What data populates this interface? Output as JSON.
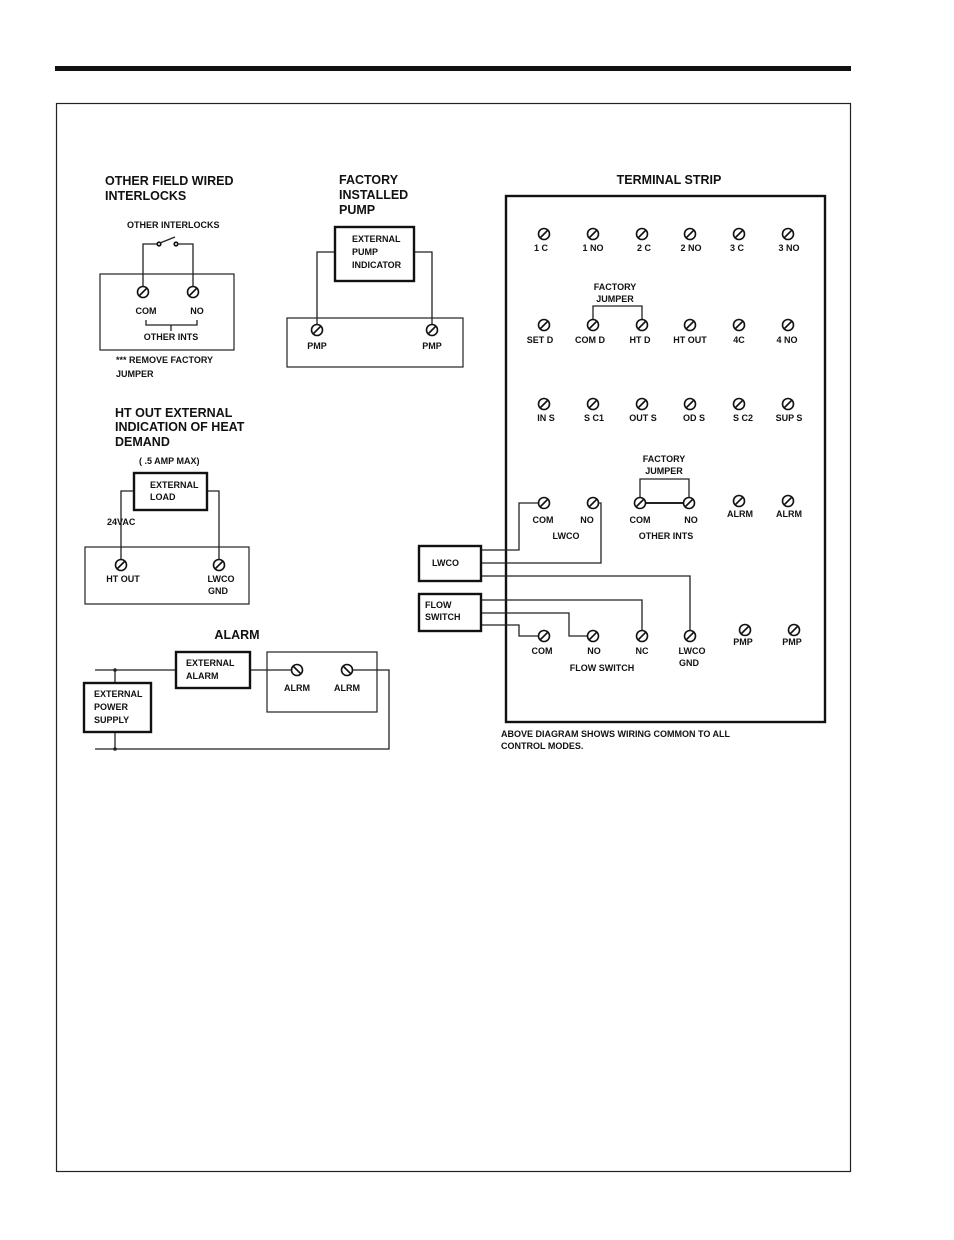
{
  "colors": {
    "ink": "#111111",
    "background": "#ffffff"
  },
  "interlocks": {
    "title_line1": "OTHER FIELD WIRED",
    "title_line2": "INTERLOCKS",
    "switch_label": "OTHER INTERLOCKS",
    "com": "COM",
    "no": "NO",
    "group": "OTHER INTS",
    "note_line1": "*** REMOVE FACTORY",
    "note_line2": "JUMPER"
  },
  "pump": {
    "title_line1": "FACTORY",
    "title_line2": "INSTALLED",
    "title_line3": "PUMP",
    "box_line1": "EXTERNAL",
    "box_line2": "PUMP",
    "box_line3": "INDICATOR",
    "left": "PMP",
    "right": "PMP"
  },
  "htout": {
    "title_line1": "HT OUT EXTERNAL",
    "title_line2": "INDICATION OF HEAT",
    "title_line3": "DEMAND",
    "amp": "( .5  AMP MAX)",
    "box_line1": "EXTERNAL",
    "box_line2": "LOAD",
    "voltage": "24VAC",
    "left": "HT OUT",
    "right_line1": "LWCO",
    "right_line2": "GND"
  },
  "alarm": {
    "title": "ALARM",
    "box_line1": "EXTERNAL",
    "box_line2": "ALARM",
    "power_line1": "EXTERNAL",
    "power_line2": "POWER",
    "power_line3": "SUPPLY",
    "t1": "ALRM",
    "t2": "ALRM"
  },
  "strip": {
    "title": "TERMINAL STRIP",
    "row1": [
      "1 C",
      "1 NO",
      "2 C",
      "2 NO",
      "3 C",
      "3 NO"
    ],
    "row2": [
      "SET D",
      "COM D",
      "HT D",
      "HT OUT",
      "4C",
      "4 NO"
    ],
    "row3": [
      "IN S",
      "S C1",
      "OUT S",
      "OD S",
      "S C2",
      "SUP S"
    ],
    "row4": [
      "COM",
      "NO",
      "COM",
      "NO",
      "ALRM",
      "ALRM"
    ],
    "row5": [
      "COM",
      "NO",
      "NC",
      "LWCO",
      "PMP",
      "PMP"
    ],
    "row5_sub": "GND",
    "jumper1_line1": "FACTORY",
    "jumper1_line2": "JUMPER",
    "jumper2_line1": "FACTORY",
    "jumper2_line2": "JUMPER",
    "lwco_group": "LWCO",
    "other_ints_group": "OTHER INTS",
    "flow_group": "FLOW SWITCH",
    "lwco_box": "LWCO",
    "flow_box_line1": "FLOW",
    "flow_box_line2": "SWITCH",
    "note_line1": "ABOVE DIAGRAM SHOWS WIRING COMMON TO ALL",
    "note_line2": "CONTROL MODES."
  }
}
